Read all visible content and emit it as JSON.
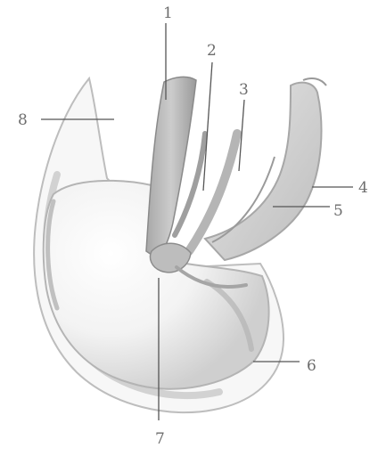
{
  "figure": {
    "labels": [
      {
        "id": "label-1",
        "text": "1"
      },
      {
        "id": "label-2",
        "text": "2"
      },
      {
        "id": "label-3",
        "text": "3"
      },
      {
        "id": "label-4",
        "text": "4"
      },
      {
        "id": "label-5",
        "text": "5"
      },
      {
        "id": "label-6",
        "text": "6"
      },
      {
        "id": "label-7",
        "text": "7"
      },
      {
        "id": "label-8",
        "text": "8"
      }
    ]
  }
}
